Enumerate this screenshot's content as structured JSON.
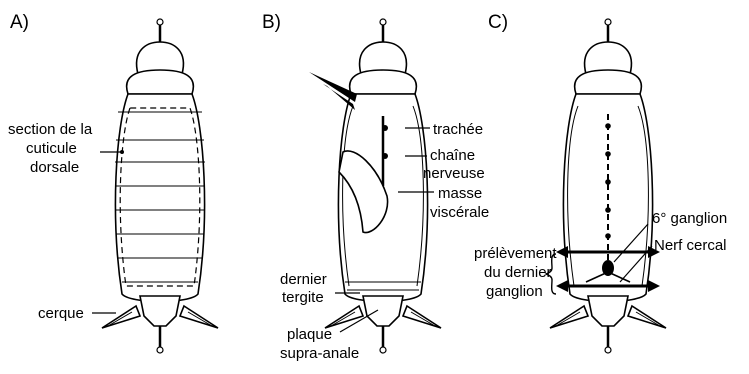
{
  "figure": {
    "panels": [
      {
        "id": "A",
        "label": "A)",
        "annotations": {
          "cuticle_line1": "section de la",
          "cuticle_line2": "cuticule",
          "cuticle_line3": "dorsale",
          "cerque": "cerque"
        }
      },
      {
        "id": "B",
        "label": "B)",
        "annotations": {
          "trachee": "trachée",
          "chaine_line1": "chaîne",
          "chaine_line2": "nerveuse",
          "masse_line1": "masse",
          "masse_line2": "viscérale",
          "tergite_line1": "dernier",
          "tergite_line2": "tergite",
          "plaque_line1": "plaque",
          "plaque_line2": "supra-anale"
        }
      },
      {
        "id": "C",
        "label": "C)",
        "annotations": {
          "ganglion": "6° ganglion",
          "nerf": "Nerf cercal",
          "prelev_line1": "prélèvement",
          "prelev_line2": "du dernier",
          "prelev_line3": "ganglion"
        }
      }
    ]
  }
}
